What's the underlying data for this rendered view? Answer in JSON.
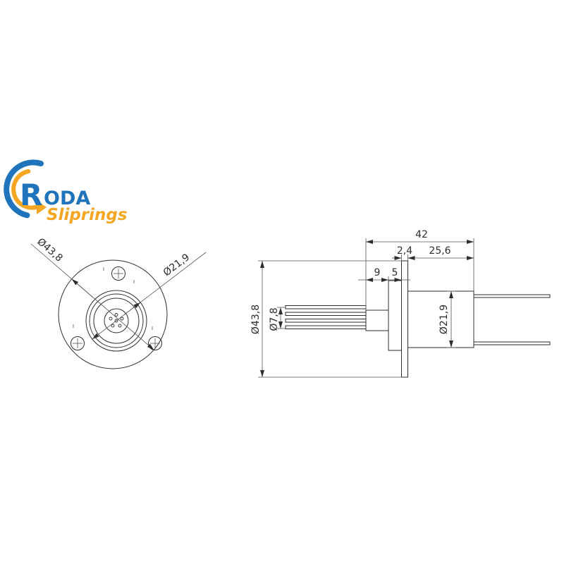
{
  "logo": {
    "initial": "R",
    "rest": "ODA",
    "sub": "Sliprings",
    "colors": {
      "blue": "#1f74bb",
      "orange": "#f5a623"
    },
    "icon": "circular-arrow-icon"
  },
  "front_view": {
    "outer_diameter": "Ø43,8",
    "inner_diameter": "Ø21,9"
  },
  "side_view": {
    "total_length": "42",
    "flange_thickness": "2,4",
    "housing_length": "25,6",
    "rotor_length": "9",
    "collar_length": "5",
    "outer_diameter": "Ø43,8",
    "shaft_diameter": "Ø7,8",
    "housing_diameter": "Ø21,9"
  },
  "colors": {
    "line": "#2e2e2e",
    "background": "#ffffff"
  }
}
